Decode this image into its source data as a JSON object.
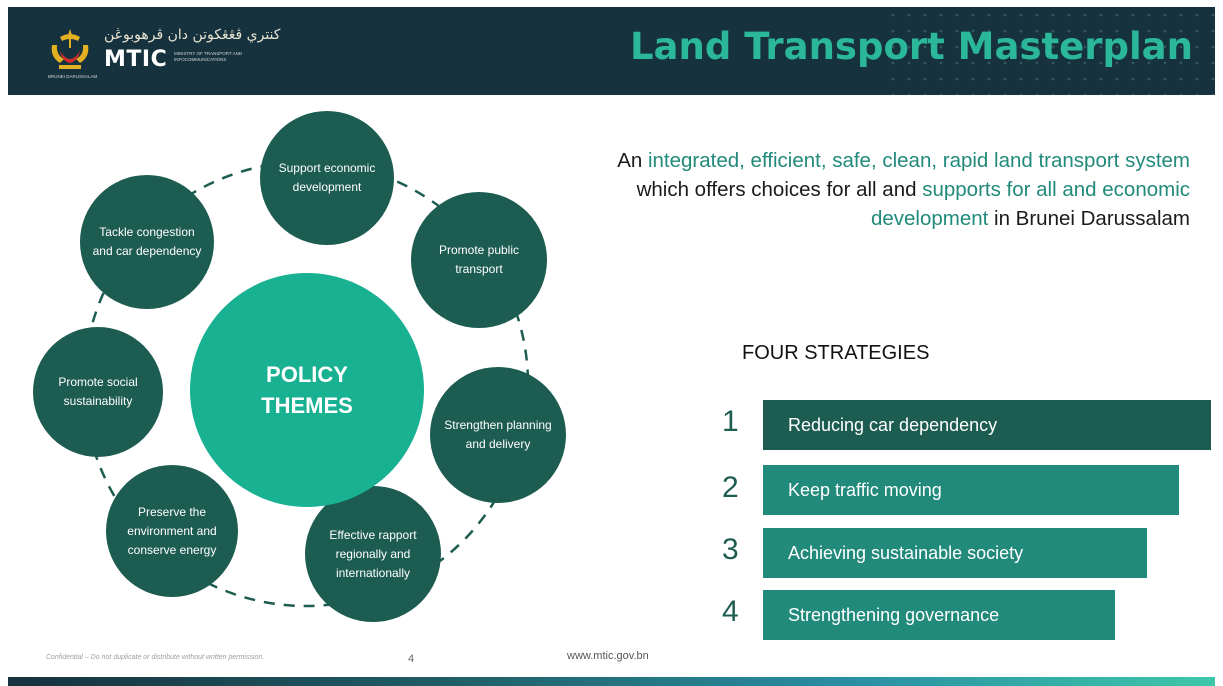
{
  "header": {
    "title": "Land Transport Masterplan",
    "logo": {
      "arabic": "کنتري ڤڠڠکوتن دان ڤرهوبوڠن",
      "acronym": "MTIC",
      "subtitle": "Ministry of Transport and Infocommunications",
      "caption": "Brunei Darussalam"
    }
  },
  "diagram": {
    "center_label": "POLICY THEMES",
    "themes": [
      "Support economic development",
      "Promote public transport",
      "Strengthen planning and delivery",
      "Effective rapport regionally and internationally",
      "Preserve the environment and conserve energy",
      "Promote social sustainability",
      "Tackle congestion and car dependency"
    ]
  },
  "tagline": {
    "lead": "An ",
    "highlight1": "integrated, efficient, safe, clean, rapid land transport system",
    "middle": " which offers choices for all and ",
    "highlight2": "supports for all and economic development",
    "tail": " in Brunei Darussalam"
  },
  "strategies": {
    "heading": "FOUR STRATEGIES",
    "items": [
      {
        "number": "1",
        "label": "Reducing car dependency"
      },
      {
        "number": "2",
        "label": "Keep traffic moving"
      },
      {
        "number": "3",
        "label": "Achieving sustainable society"
      },
      {
        "number": "4",
        "label": "Strengthening governance"
      }
    ]
  },
  "footer": {
    "confidential": "Confidential – Do not duplicate or distribute without written permission.",
    "page_number": "4",
    "website": "www.mtic.gov.bn"
  },
  "colors": {
    "header_bg": "#16323e",
    "title": "#2bb79a",
    "node_dark": "#1d5c50",
    "center": "#18b192",
    "accent": "#218a7b"
  }
}
